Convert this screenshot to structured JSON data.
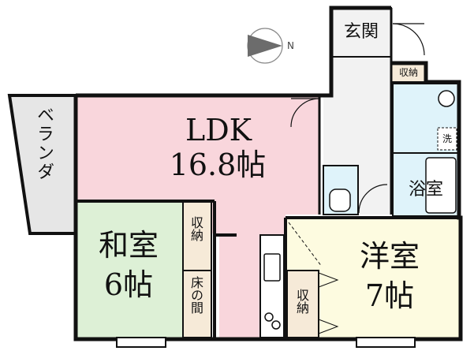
{
  "plan": {
    "compass_label": "N",
    "rooms": {
      "ldk": {
        "name": "LDK",
        "size": "16.8帖"
      },
      "washitsu": {
        "name": "和室",
        "size": "6帖"
      },
      "youshitsu": {
        "name": "洋室",
        "size": "7帖"
      },
      "genkan": {
        "name": "玄関"
      },
      "bath": {
        "name": "浴室"
      },
      "veranda": {
        "name": "ベランダ"
      },
      "storage_entry": {
        "name": "収納"
      },
      "storage_washitsu": {
        "name": "収納"
      },
      "storage_youshitsu": {
        "name": "収納"
      },
      "tokonoma": {
        "name": "床の間"
      },
      "washer": {
        "name": "洗"
      }
    },
    "colors": {
      "ldk": "#f9d6dc",
      "washitsu": "#ddf0d6",
      "youshitsu": "#fdfbe0",
      "wet": "#dff3fa",
      "storage": "#f6ead8",
      "veranda": "#e6e6e6",
      "floor": "#f2f2f2",
      "wall": "#111111"
    }
  }
}
